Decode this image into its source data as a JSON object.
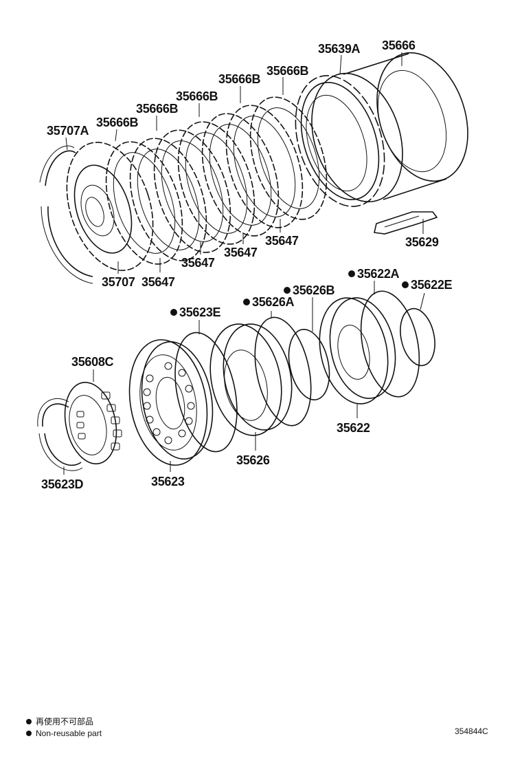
{
  "labels": {
    "p35639A": "35639A",
    "p35666": "35666",
    "p35666B_1": "35666B",
    "p35666B_2": "35666B",
    "p35666B_3": "35666B",
    "p35666B_4": "35666B",
    "p35666B_5": "35666B",
    "p35707A": "35707A",
    "p35629": "35629",
    "p35647_1": "35647",
    "p35647_2": "35647",
    "p35647_3": "35647",
    "p35647_4": "35647",
    "p35707": "35707",
    "p35622A": "35622A",
    "p35626B": "35626B",
    "p35622E": "35622E",
    "p35623E": "35623E",
    "p35626A": "35626A",
    "p35608C": "35608C",
    "p35622": "35622",
    "p35626": "35626",
    "p35623": "35623",
    "p35623D": "35623D"
  },
  "legend": {
    "line1": "再使用不可部品",
    "line2": "Non-reusable part"
  },
  "illustration_code": "354844C"
}
